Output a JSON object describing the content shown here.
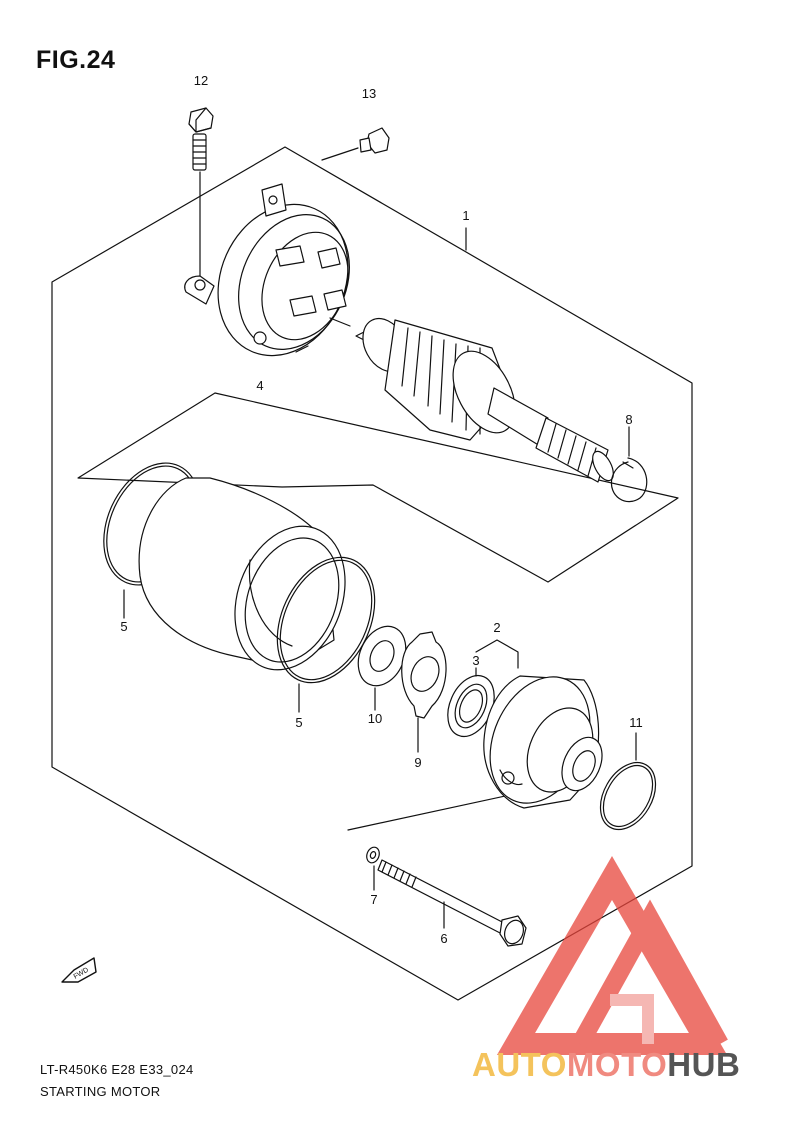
{
  "figure": {
    "title": "FIG.24",
    "model_code": "LT-R450K6 E28 E33_024",
    "subtitle": "STARTING MOTOR"
  },
  "callouts": [
    "1",
    "2",
    "3",
    "4",
    "5",
    "5",
    "6",
    "7",
    "8",
    "9",
    "10",
    "11",
    "12",
    "13"
  ],
  "forward_mark": "FWD",
  "watermark": {
    "part1": "AUTO",
    "part2": "MOTO",
    "part3": "HUB"
  },
  "colors": {
    "line": "#111111",
    "watermark_red": "#e8463c",
    "watermark_yellow": "#f4c35c",
    "watermark_gray": "#555555"
  }
}
